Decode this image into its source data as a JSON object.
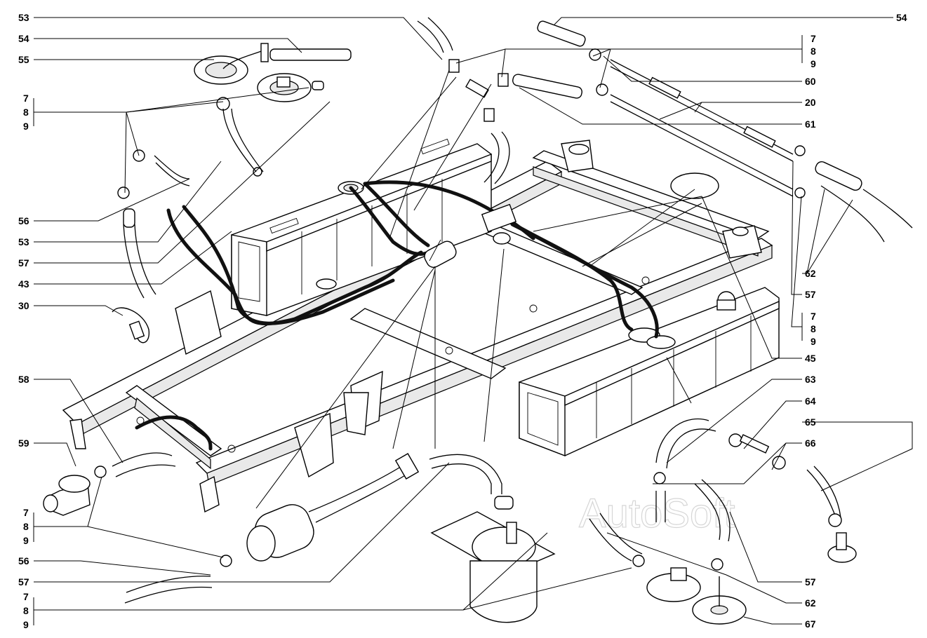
{
  "watermark": "AutoSoft",
  "labels_left": {
    "l53a": "53",
    "l54": "54",
    "l55": "55",
    "l7a": "7",
    "l8a": "8",
    "l9a": "9",
    "l56a": "56",
    "l53b": "53",
    "l57a": "57",
    "l43": "43",
    "l30": "30",
    "l58": "58",
    "l59": "59",
    "l7b": "7",
    "l8b": "8",
    "l9b": "9",
    "l56b": "56",
    "l57b": "57",
    "l7c": "7",
    "l8c": "8",
    "l9c": "9"
  },
  "labels_right": {
    "r54": "54",
    "r7a": "7",
    "r8a": "8",
    "r9a": "9",
    "r60": "60",
    "r20": "20",
    "r61": "61",
    "r62a": "62",
    "r57a": "57",
    "r7b": "7",
    "r8b": "8",
    "r9b": "9",
    "r45": "45",
    "r63": "63",
    "r64": "64",
    "r65": "65",
    "r66": "66",
    "r57b": "57",
    "r62b": "62",
    "r67": "67"
  }
}
